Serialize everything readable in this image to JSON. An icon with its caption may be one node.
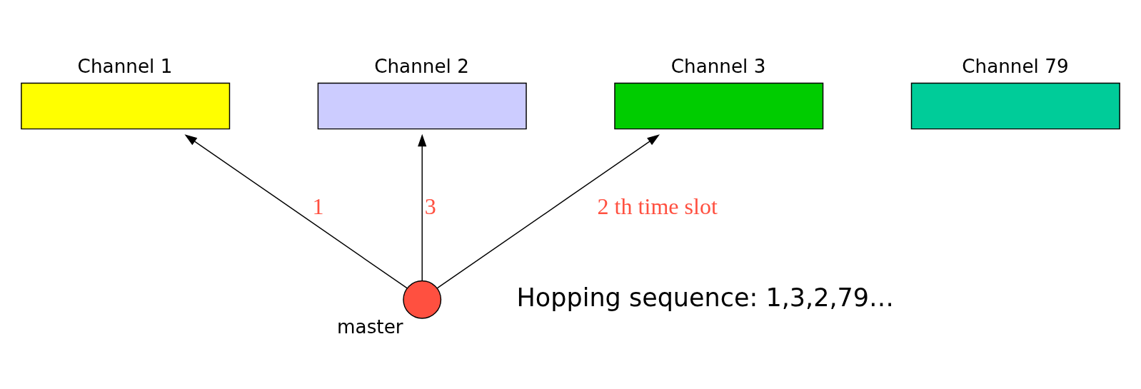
{
  "diagram": {
    "nodes": [
      {
        "text": [
          "Channel 1"
        ]
      },
      {
        "text": [
          "Channel 2"
        ]
      },
      {
        "text": [
          "Channel 3"
        ]
      },
      {
        "text": [
          "Channel 79"
        ]
      },
      {
        "text": [
          "master"
        ]
      }
    ],
    "edges": [
      {
        "from": 4,
        "to": 0,
        "arrow": "to",
        "label": "1"
      },
      {
        "from": 4,
        "to": 1,
        "arrow": "to",
        "label": "3"
      },
      {
        "from": 4,
        "to": 2,
        "arrow": "to",
        "label": "2 th time slot"
      }
    ],
    "labels": [
      "Hopping sequence: 1,3,2,79…"
    ]
  }
}
